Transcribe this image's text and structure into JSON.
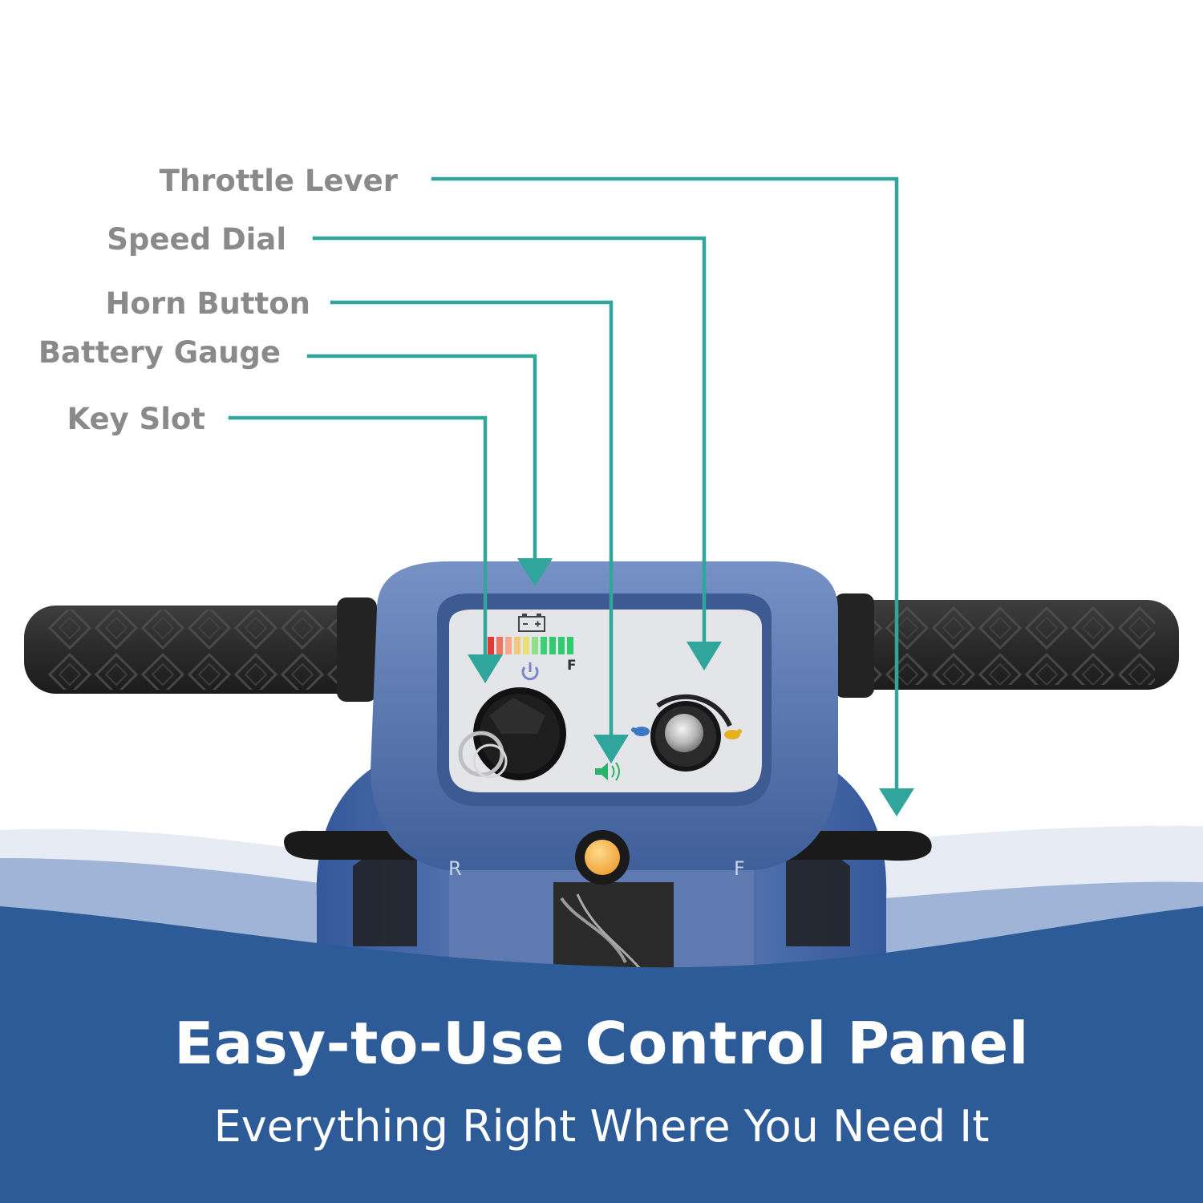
{
  "callouts": {
    "throttle": "Throttle Lever",
    "speed": "Speed Dial",
    "horn": "Horn Button",
    "battery": "Battery Gauge",
    "key": "Key Slot"
  },
  "panel": {
    "gauge_full_mark": "F",
    "lever_left_mark": "R",
    "lever_right_mark": "F"
  },
  "banner": {
    "title": "Easy-to-Use Control Panel",
    "subtitle": "Everything Right Where You Need It"
  },
  "colors": {
    "callout_line": "#2fa59c",
    "label_text": "#8a8a8a",
    "banner_blue": "#2c5b97",
    "scooter_blue": "#5b7bb1"
  },
  "icons": [
    "battery-icon",
    "power-icon",
    "horn-icon",
    "turtle-icon",
    "rabbit-icon"
  ]
}
